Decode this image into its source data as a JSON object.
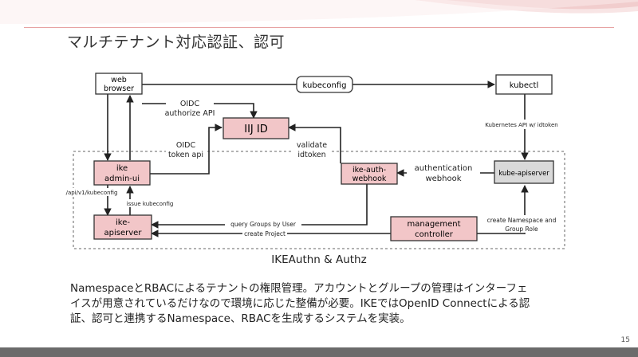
{
  "title": "マルチテナント対応認証、認可",
  "colors": {
    "pink_box": "#f2c6c8",
    "gray_box": "#d9d9d9",
    "accent_rule": "#e7a3a3",
    "footer": "#6b6b6b"
  },
  "nodes": {
    "web_browser": [
      "web",
      "browser"
    ],
    "kubeconfig": "kubeconfig",
    "kubectl": "kubectl",
    "iij_id": "IIJ ID",
    "ike_admin_ui": [
      "ike",
      "admin-ui"
    ],
    "ike_auth_webhook": [
      "ike-auth-",
      "webhook"
    ],
    "kube_apiserver": "kube-apiserver",
    "ike_apiserver": [
      "ike-",
      "apiserver"
    ],
    "management_controller": [
      "management",
      "controller"
    ]
  },
  "edges": {
    "oidc_authorize": [
      "OIDC",
      "authorize API"
    ],
    "oidc_token": [
      "OIDC",
      "token api"
    ],
    "validate_idtoken": [
      "validate",
      "idtoken"
    ],
    "kubernetes_api": "Kubernetes API w/ idtoken",
    "authentication_webhook": [
      "authentication",
      "webhook"
    ],
    "api_kubeconfig": "/api/v1/kubeconfig",
    "issue_kubeconfig": "issue kubeconfig",
    "query_groups": "query Groups by User",
    "create_project": "create Project",
    "create_namespace": [
      "create Namespace and",
      "Group Role"
    ]
  },
  "group_label": "IKEAuthn & Authz",
  "description": [
    "NamespaceとRBACによるテナントの権限管理。アカウントとグループの管理はインターフェ",
    "イスが用意されているだけなので環境に応じた整備が必要。IKEではOpenID Connectによる認",
    "証、認可と連携するNamespace、RBACを生成するシステムを実装。"
  ],
  "page_number": "15"
}
